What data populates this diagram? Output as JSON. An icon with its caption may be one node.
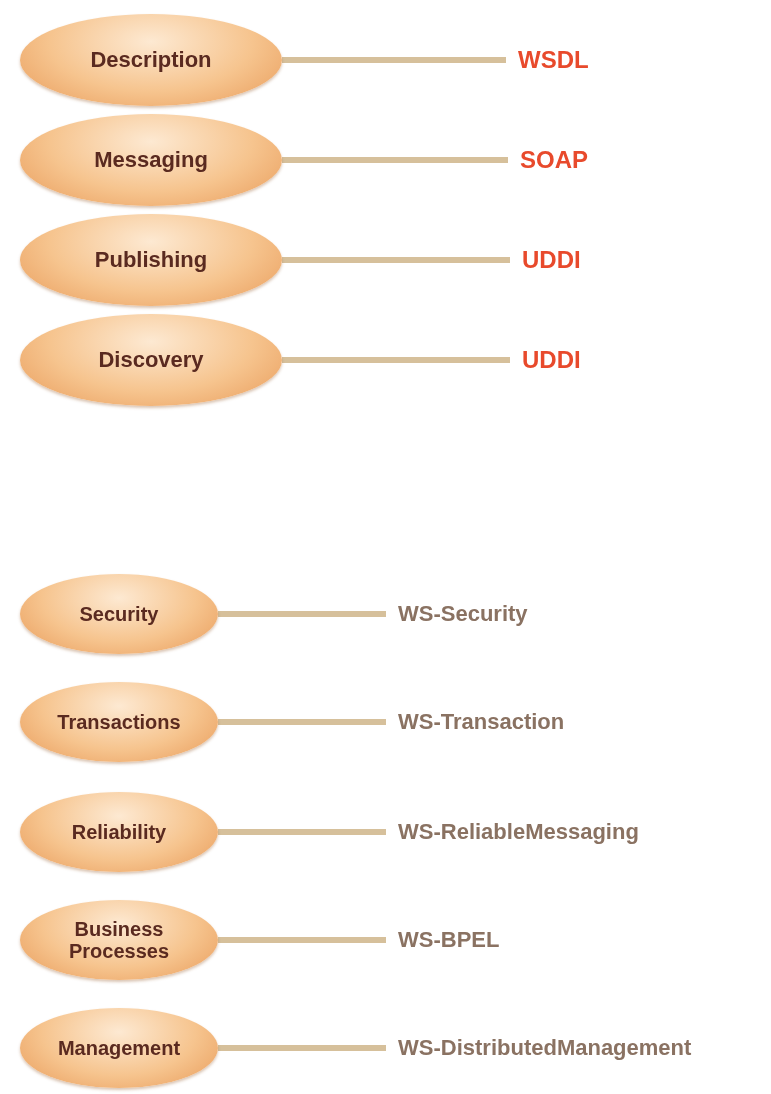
{
  "diagram": {
    "nodes": [
      {
        "text": [
          "Description"
        ]
      },
      {
        "text": [
          "WSDL"
        ]
      },
      {
        "text": [
          "Messaging"
        ]
      },
      {
        "text": [
          "SOAP"
        ]
      },
      {
        "text": [
          "Publishing"
        ]
      },
      {
        "text": [
          "UDDI"
        ]
      },
      {
        "text": [
          "Discovery"
        ]
      },
      {
        "text": [
          "UDDI"
        ]
      },
      {
        "text": [
          "Security"
        ]
      },
      {
        "text": [
          "WS-Security"
        ]
      },
      {
        "text": [
          "Transactions"
        ]
      },
      {
        "text": [
          "WS-Transaction"
        ]
      },
      {
        "text": [
          "Reliability"
        ]
      },
      {
        "text": [
          "WS-ReliableMessaging"
        ]
      },
      {
        "text": [
          "Business Processes"
        ]
      },
      {
        "text": [
          "WS-BPEL"
        ]
      },
      {
        "text": [
          "Management"
        ]
      },
      {
        "text": [
          "WS-DistributedManagement"
        ]
      }
    ],
    "edges": [
      {
        "from": 0,
        "to": 1,
        "arrow": "none"
      },
      {
        "from": 2,
        "to": 3,
        "arrow": "none"
      },
      {
        "from": 4,
        "to": 5,
        "arrow": "none"
      },
      {
        "from": 6,
        "to": 7,
        "arrow": "none"
      },
      {
        "from": 8,
        "to": 9,
        "arrow": "none"
      },
      {
        "from": 10,
        "to": 11,
        "arrow": "none"
      },
      {
        "from": 12,
        "to": 13,
        "arrow": "none"
      },
      {
        "from": 14,
        "to": 15,
        "arrow": "none"
      },
      {
        "from": 16,
        "to": 17,
        "arrow": "none"
      }
    ]
  }
}
